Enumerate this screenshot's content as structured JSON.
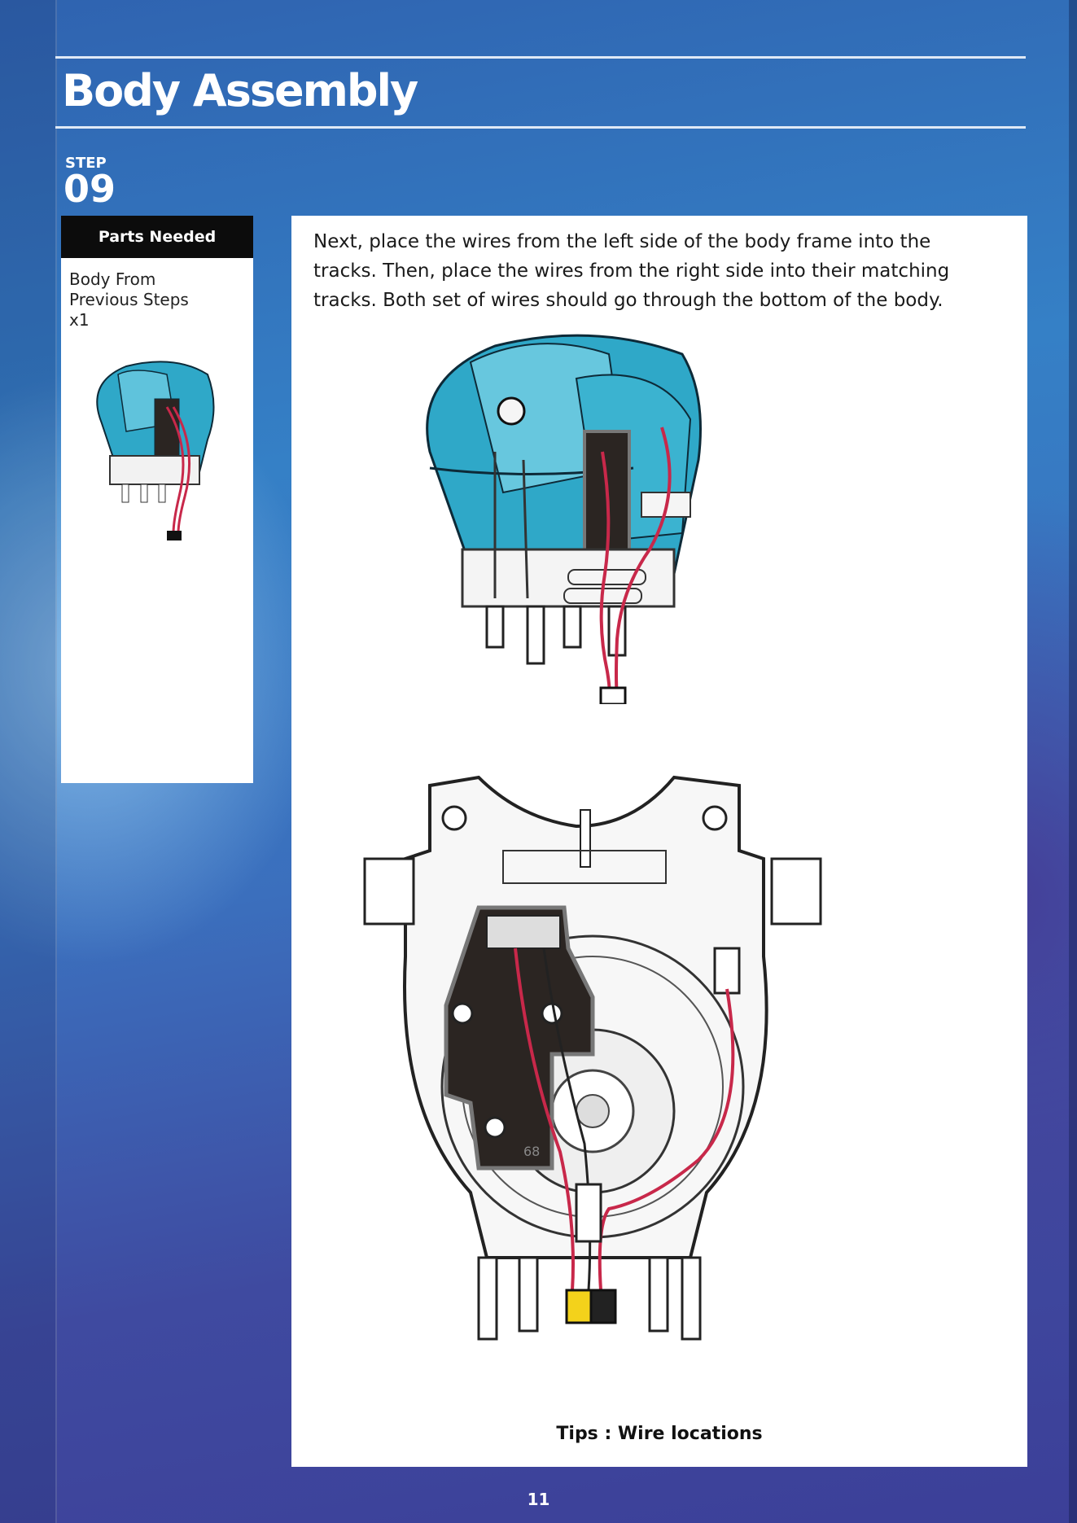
{
  "header": {
    "title": "Body Assembly"
  },
  "step": {
    "label": "STEP",
    "number": "09"
  },
  "parts_needed": {
    "heading": "Parts Needed",
    "lines": [
      "Body From",
      "Previous Steps",
      "x1"
    ]
  },
  "instructions": {
    "lines": [
      "Next, place the wires from the left side of the body frame into the",
      "tracks. Then, place the wires from the right side into their matching",
      "tracks. Both set of wires should go through the bottom of the body."
    ]
  },
  "diagram": {
    "board_label": "68",
    "tips_caption": "Tips : Wire locations"
  },
  "colors": {
    "accent_blue": "#2fa8c8",
    "wire_red": "#c8284a",
    "board_dark": "#2b2522"
  },
  "footer": {
    "page_number": "11"
  }
}
